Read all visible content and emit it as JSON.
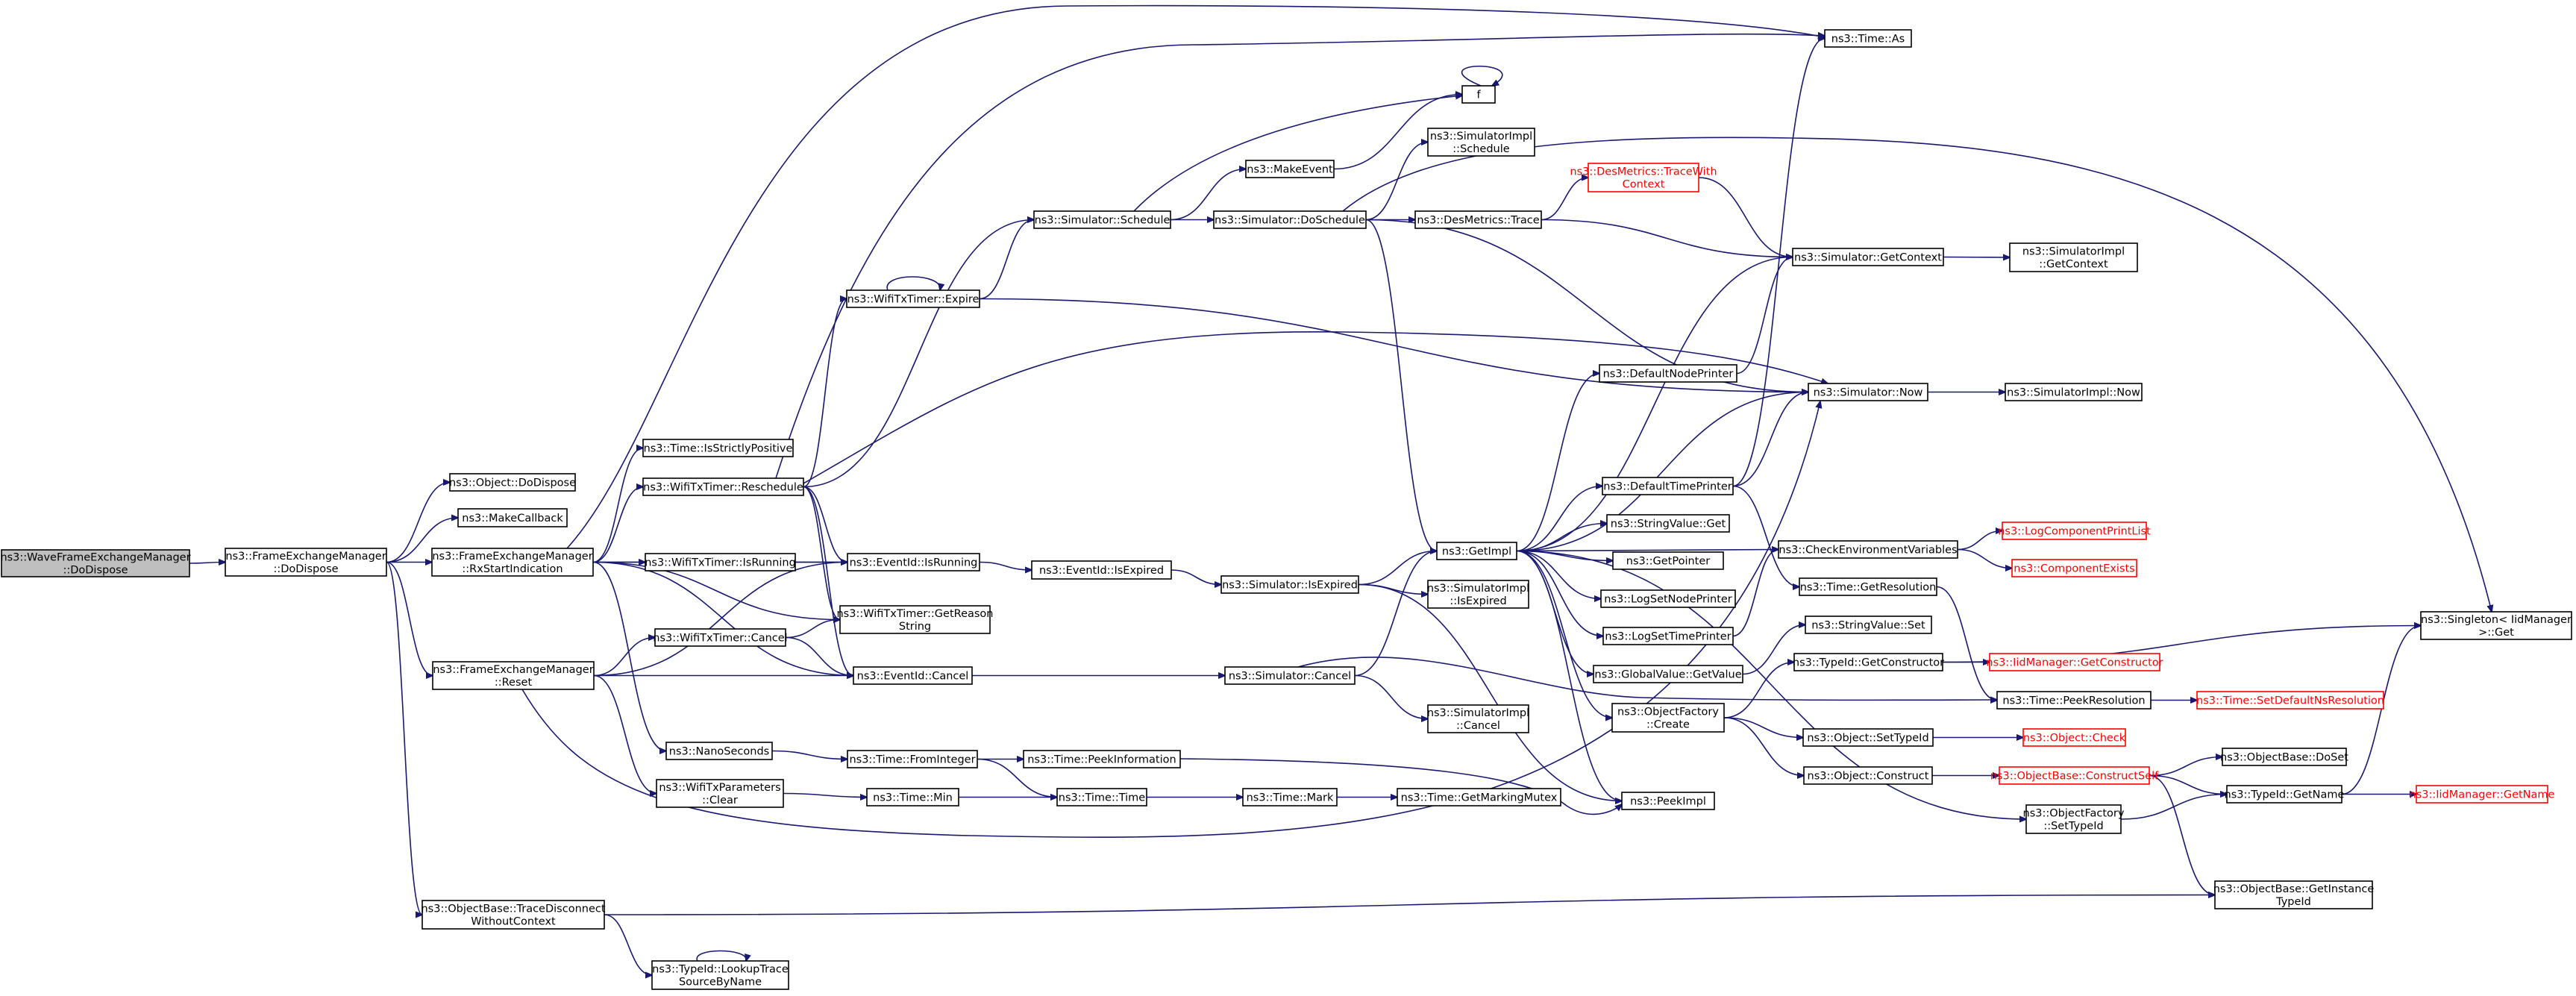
{
  "colors": {
    "edge": "#191970",
    "root_fill": "#bfbfbf",
    "truncated_border": "#ff0000",
    "node_border": "#000000"
  },
  "nodes": [
    {
      "id": "root",
      "lines": [
        "ns3::WaveFrameExchangeManager",
        "::DoDispose"
      ],
      "kind": "root"
    },
    {
      "id": "fem_dodispose",
      "lines": [
        "ns3::FrameExchangeManager",
        "::DoDispose"
      ]
    },
    {
      "id": "obj_dodispose",
      "lines": [
        "ns3::Object::DoDispose"
      ]
    },
    {
      "id": "makecallback",
      "lines": [
        "ns3::MakeCallback"
      ]
    },
    {
      "id": "rxstart",
      "lines": [
        "ns3::FrameExchangeManager",
        "::RxStartIndication"
      ]
    },
    {
      "id": "reset",
      "lines": [
        "ns3::FrameExchangeManager",
        "::Reset"
      ]
    },
    {
      "id": "tracedisc",
      "lines": [
        "ns3::ObjectBase::TraceDisconnect",
        "WithoutContext"
      ]
    },
    {
      "id": "time_strictpos",
      "lines": [
        "ns3::Time::IsStrictlyPositive"
      ]
    },
    {
      "id": "wtt_resched",
      "lines": [
        "ns3::WifiTxTimer::Reschedule"
      ]
    },
    {
      "id": "wtt_isrunning",
      "lines": [
        "ns3::WifiTxTimer::IsRunning"
      ]
    },
    {
      "id": "wtt_cancel",
      "lines": [
        "ns3::WifiTxTimer::Cancel"
      ]
    },
    {
      "id": "nanoseconds",
      "lines": [
        "ns3::NanoSeconds"
      ]
    },
    {
      "id": "wtp_clear",
      "lines": [
        "ns3::WifiTxParameters",
        "::Clear"
      ]
    },
    {
      "id": "lookuptrace",
      "lines": [
        "ns3::TypeId::LookupTrace",
        "SourceByName"
      ]
    },
    {
      "id": "wtt_expire",
      "lines": [
        "ns3::WifiTxTimer::Expire"
      ]
    },
    {
      "id": "eid_isrunning",
      "lines": [
        "ns3::EventId::IsRunning"
      ]
    },
    {
      "id": "wtt_getreason",
      "lines": [
        "ns3::WifiTxTimer::GetReason",
        "String"
      ]
    },
    {
      "id": "eid_cancel",
      "lines": [
        "ns3::EventId::Cancel"
      ]
    },
    {
      "id": "fromint",
      "lines": [
        "ns3::Time::FromInteger"
      ]
    },
    {
      "id": "tmin",
      "lines": [
        "ns3::Time::Min"
      ]
    },
    {
      "id": "sim_schedule",
      "lines": [
        "ns3::Simulator::Schedule"
      ]
    },
    {
      "id": "eid_isexpired",
      "lines": [
        "ns3::EventId::IsExpired"
      ]
    },
    {
      "id": "peekinfo",
      "lines": [
        "ns3::Time::PeekInformation"
      ]
    },
    {
      "id": "ttime",
      "lines": [
        "ns3::Time::Time"
      ]
    },
    {
      "id": "makeevent",
      "lines": [
        "ns3::MakeEvent"
      ]
    },
    {
      "id": "sim_dosched",
      "lines": [
        "ns3::Simulator::DoSchedule"
      ]
    },
    {
      "id": "sim_isexpired",
      "lines": [
        "ns3::Simulator::IsExpired"
      ]
    },
    {
      "id": "sim_cancel",
      "lines": [
        "ns3::Simulator::Cancel"
      ]
    },
    {
      "id": "tmark",
      "lines": [
        "ns3::Time::Mark"
      ]
    },
    {
      "id": "f",
      "lines": [
        "f"
      ]
    },
    {
      "id": "simimpl_sched",
      "lines": [
        "ns3::SimulatorImpl",
        "::Schedule"
      ]
    },
    {
      "id": "desm_trace",
      "lines": [
        "ns3::DesMetrics::Trace"
      ]
    },
    {
      "id": "getimpl",
      "lines": [
        "ns3::GetImpl"
      ]
    },
    {
      "id": "simimpl_isexp",
      "lines": [
        "ns3::SimulatorImpl",
        "::IsExpired"
      ]
    },
    {
      "id": "simimpl_cancel",
      "lines": [
        "ns3::SimulatorImpl",
        "::Cancel"
      ]
    },
    {
      "id": "getmarkmutex",
      "lines": [
        "ns3::Time::GetMarkingMutex"
      ]
    },
    {
      "id": "desm_tracectx",
      "lines": [
        "ns3::DesMetrics::TraceWith",
        "Context"
      ],
      "kind": "red"
    },
    {
      "id": "defnodeprinter",
      "lines": [
        "ns3::DefaultNodePrinter"
      ]
    },
    {
      "id": "deftimeprinter",
      "lines": [
        "ns3::DefaultTimePrinter"
      ]
    },
    {
      "id": "strval_get",
      "lines": [
        "ns3::StringValue::Get"
      ]
    },
    {
      "id": "getpointer",
      "lines": [
        "ns3::GetPointer"
      ]
    },
    {
      "id": "logsetnode",
      "lines": [
        "ns3::LogSetNodePrinter"
      ]
    },
    {
      "id": "logsettime",
      "lines": [
        "ns3::LogSetTimePrinter"
      ]
    },
    {
      "id": "globalval_get",
      "lines": [
        "ns3::GlobalValue::GetValue"
      ]
    },
    {
      "id": "objfact_create",
      "lines": [
        "ns3::ObjectFactory",
        "::Create"
      ]
    },
    {
      "id": "peekimpl",
      "lines": [
        "ns3::PeekImpl"
      ]
    },
    {
      "id": "time_as",
      "lines": [
        "ns3::Time::As"
      ]
    },
    {
      "id": "sim_getctx",
      "lines": [
        "ns3::Simulator::GetContext"
      ]
    },
    {
      "id": "sim_now",
      "lines": [
        "ns3::Simulator::Now"
      ]
    },
    {
      "id": "checkenv",
      "lines": [
        "ns3::CheckEnvironmentVariables"
      ]
    },
    {
      "id": "time_getres",
      "lines": [
        "ns3::Time::GetResolution"
      ]
    },
    {
      "id": "strval_set",
      "lines": [
        "ns3::StringValue::Set"
      ]
    },
    {
      "id": "typeid_getctor",
      "lines": [
        "ns3::TypeId::GetConstructor"
      ]
    },
    {
      "id": "time_peekres",
      "lines": [
        "ns3::Time::PeekResolution"
      ]
    },
    {
      "id": "obj_settypeid",
      "lines": [
        "ns3::Object::SetTypeId"
      ]
    },
    {
      "id": "obj_construct",
      "lines": [
        "ns3::Object::Construct"
      ]
    },
    {
      "id": "objfact_settypeid",
      "lines": [
        "ns3::ObjectFactory",
        "::SetTypeId"
      ]
    },
    {
      "id": "simimpl_getctx",
      "lines": [
        "ns3::SimulatorImpl",
        "::GetContext"
      ]
    },
    {
      "id": "simimpl_now",
      "lines": [
        "ns3::SimulatorImpl::Now"
      ]
    },
    {
      "id": "logcompprint",
      "lines": [
        "ns3::LogComponentPrintList"
      ],
      "kind": "red"
    },
    {
      "id": "compexists",
      "lines": [
        "ns3::ComponentExists"
      ],
      "kind": "red"
    },
    {
      "id": "iid_getctor",
      "lines": [
        "ns3::IidManager::GetConstructor"
      ],
      "kind": "red"
    },
    {
      "id": "setdefnsres",
      "lines": [
        "ns3::Time::SetDefaultNsResolution"
      ],
      "kind": "red"
    },
    {
      "id": "obj_check",
      "lines": [
        "ns3::Object::Check"
      ],
      "kind": "red"
    },
    {
      "id": "objbase_constructself",
      "lines": [
        "ns3::ObjectBase::ConstructSelf"
      ],
      "kind": "red"
    },
    {
      "id": "objbase_doset",
      "lines": [
        "ns3::ObjectBase::DoSet"
      ]
    },
    {
      "id": "typeid_getname",
      "lines": [
        "ns3::TypeId::GetName"
      ]
    },
    {
      "id": "objbase_getinst",
      "lines": [
        "ns3::ObjectBase::GetInstance",
        "TypeId"
      ]
    },
    {
      "id": "singleton_get",
      "lines": [
        "ns3::Singleton< IidManager",
        ">::Get"
      ]
    },
    {
      "id": "iid_getname",
      "lines": [
        "ns3::IidManager::GetName"
      ],
      "kind": "red"
    }
  ]
}
